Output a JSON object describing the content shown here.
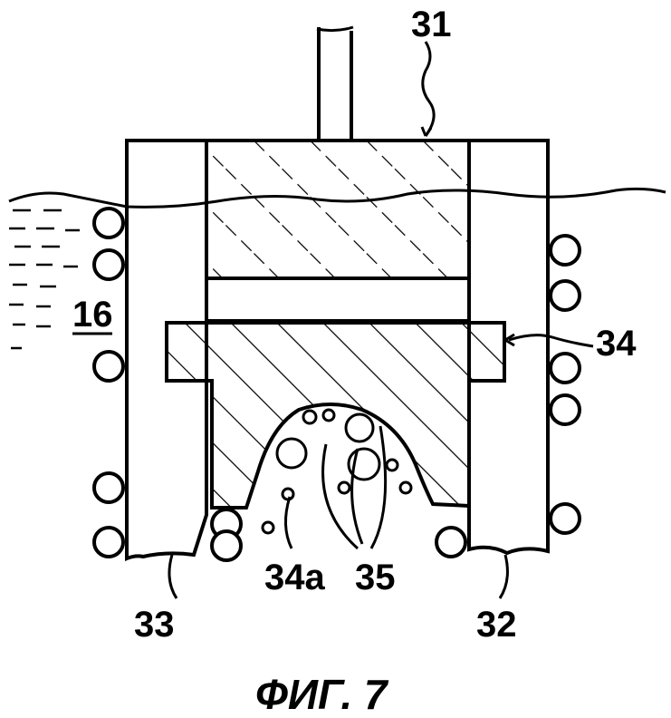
{
  "labels": {
    "l31": "31",
    "l16": "16",
    "l34": "34",
    "l34a": "34a",
    "l35": "35",
    "l33": "33",
    "l32": "32"
  },
  "caption": "ФИГ. 7",
  "colors": {
    "ink": "#000000",
    "paper": "#ffffff"
  }
}
